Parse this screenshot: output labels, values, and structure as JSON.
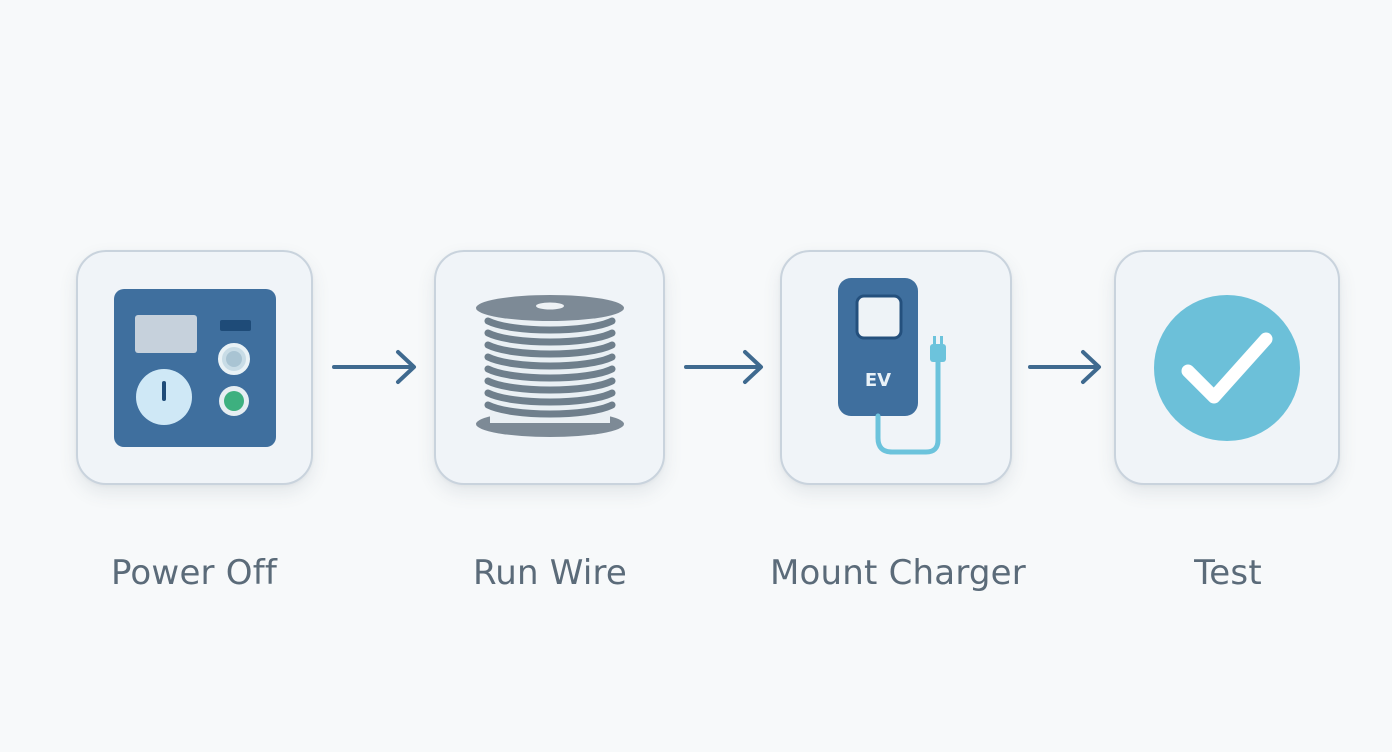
{
  "diagram": {
    "steps": [
      {
        "label": "Power Off",
        "icon": "breaker-panel-icon"
      },
      {
        "label": "Run Wire",
        "icon": "wire-spool-icon"
      },
      {
        "label": "Mount Charger",
        "icon": "ev-charger-icon",
        "icon_text": "EV"
      },
      {
        "label": "Test",
        "icon": "checkmark-circle-icon"
      }
    ],
    "connectors": [
      "arrow-right",
      "arrow-right",
      "arrow-right"
    ]
  },
  "colors": {
    "background": "#f7f9fa",
    "card_fill": "#f0f4f8",
    "card_border": "#c9d3dd",
    "panel_blue": "#3f6f9e",
    "arrow": "#3f6a8f",
    "spool_gray": "#7d8a96",
    "cable_cyan": "#6cc3dc",
    "check_cyan": "#6cc0d9",
    "green_dot": "#3db07f",
    "label_text": "#5b6b79"
  }
}
